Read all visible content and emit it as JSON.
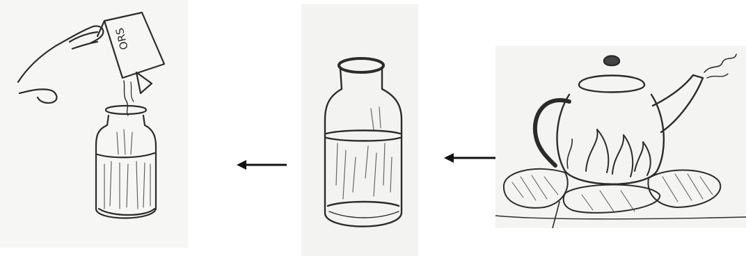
{
  "diagram": {
    "steps": [
      {
        "name": "add-ors-packet",
        "packet_text": "ORS"
      },
      {
        "name": "cooled-boiled-water"
      },
      {
        "name": "boil-water-kettle"
      }
    ],
    "colors": {
      "ink": "#2b2b2b",
      "paper": "#f5f5f3",
      "arrow": "#111111"
    }
  }
}
